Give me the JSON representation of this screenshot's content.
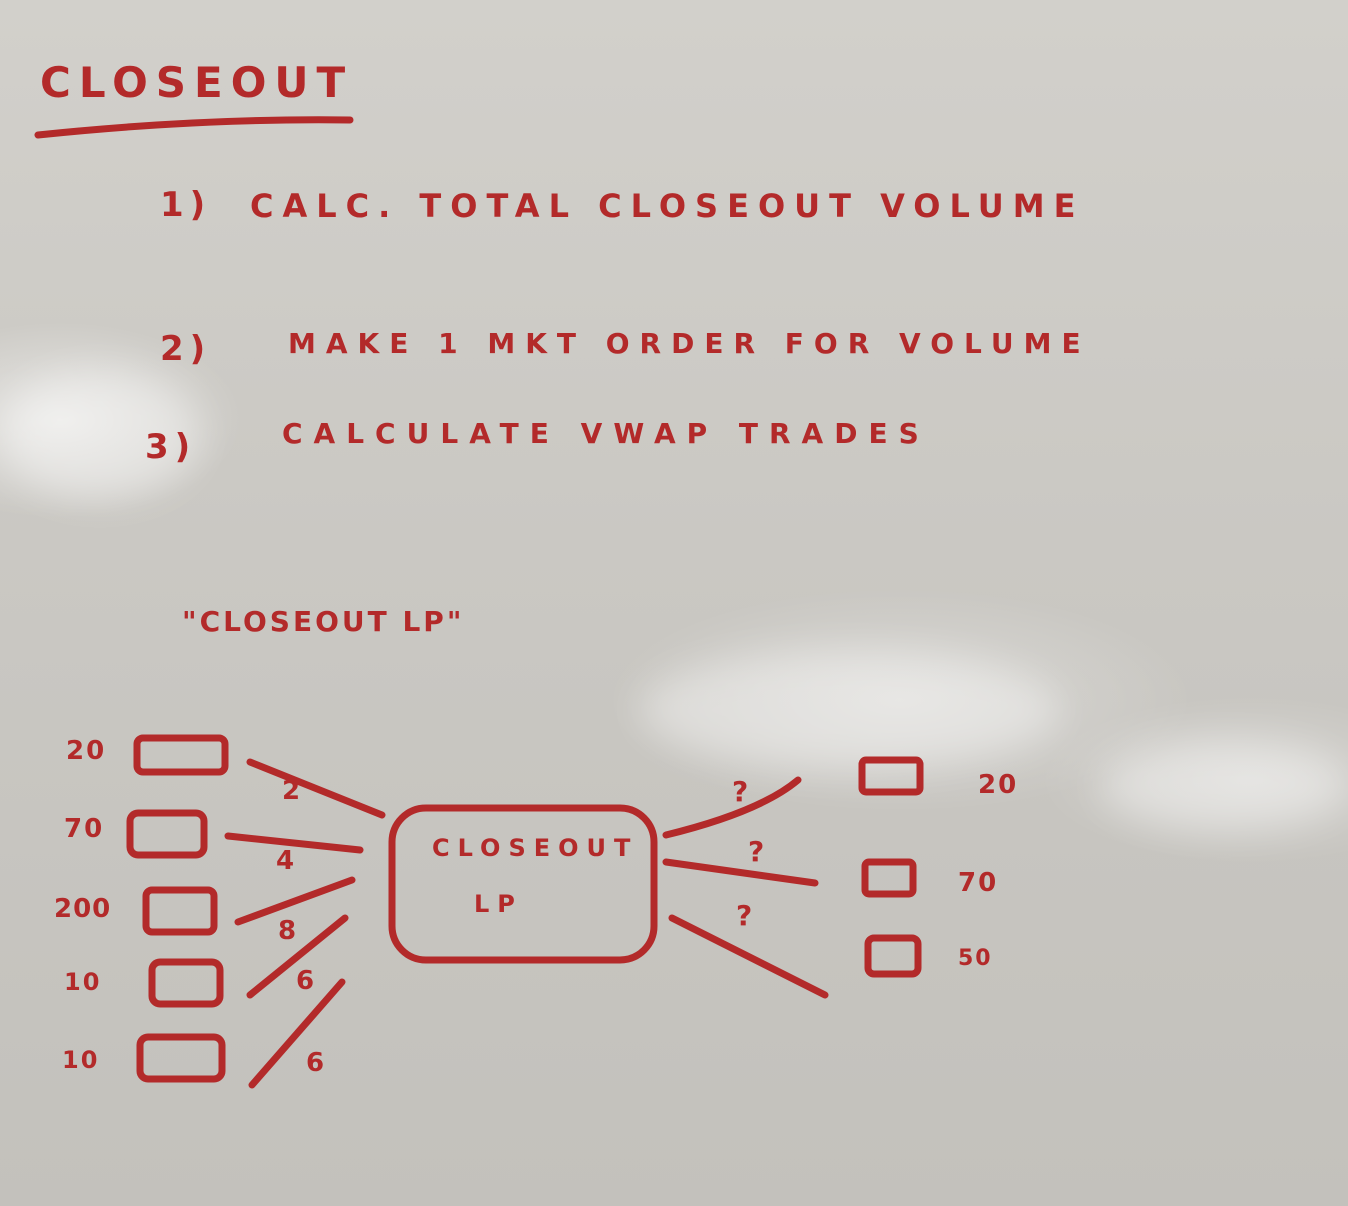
{
  "heading": "CLOSEOUT",
  "steps": [
    {
      "num": "1)",
      "text": "CALC. TOTAL CLOSEOUT VOLUME"
    },
    {
      "num": "2)",
      "text": "MAKE 1 MKT ORDER FOR VOLUME"
    },
    {
      "num": "3)",
      "text": "CALCULATE VWAP TRADES"
    }
  ],
  "caption": "\"CLOSEOUT LP\"",
  "center_box": {
    "line1": "CLOSEOUT",
    "line2": "LP"
  },
  "left_volumes": [
    "20",
    "70",
    "200",
    "10",
    "10"
  ],
  "left_link_labels": [
    "2",
    "4",
    "8",
    "6",
    "6"
  ],
  "right_link_labels": [
    "?",
    "?",
    "?"
  ],
  "right_volumes": [
    "20",
    "70",
    "50"
  ],
  "ink_color": "#b32a2a"
}
